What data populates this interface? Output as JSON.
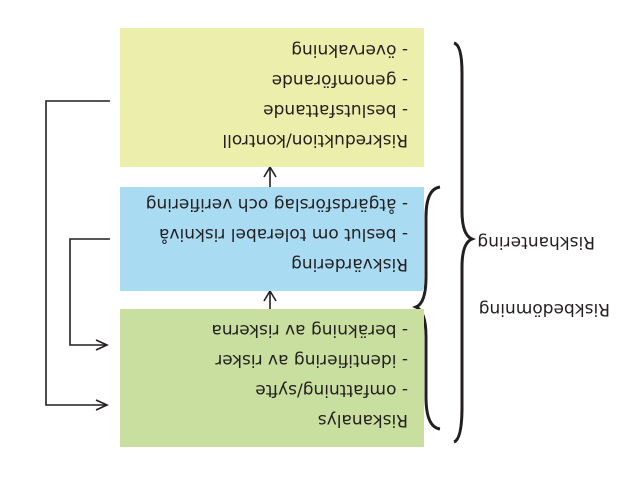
{
  "colors": {
    "analys": "#c9df9f",
    "vardering": "#a9dbf2",
    "kontroll": "#ecefab",
    "lines": "#231f20"
  },
  "boxes": {
    "analys": {
      "title": "Riskanalys",
      "items": [
        "- omfattning/syfte",
        "- identifiering av risker",
        "- beräkning av riskerna"
      ]
    },
    "vardering": {
      "title": "Riskvärdering",
      "items": [
        "- beslut om tolerabel risknivå",
        "- åtgärdsförslag och verifiering"
      ]
    },
    "kontroll": {
      "title": "Riskreduktion/kontroll",
      "items": [
        "- beslutsfattande",
        "- genomförande",
        "- övervakning"
      ]
    }
  },
  "braces": {
    "bedomning": "Riskbedömning",
    "hantering": "Riskhantering"
  }
}
